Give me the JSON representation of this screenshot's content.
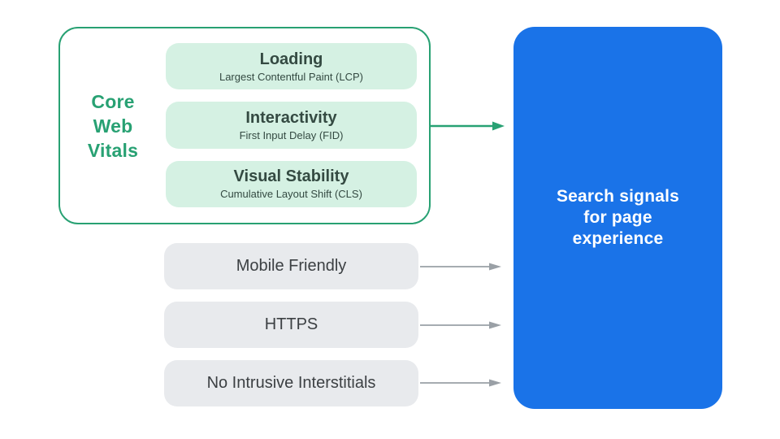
{
  "colors": {
    "accent_green": "#28a173",
    "mint": "#d5f1e3",
    "blue": "#1a73e8",
    "gray_box": "#e8eaed",
    "dark_text": "#3c4043",
    "mint_text": "#344a42",
    "arrow_gray": "#9aa0a6",
    "background": "#ffffff"
  },
  "core_web_vitals": {
    "label_lines": [
      "Core",
      "Web",
      "Vitals"
    ],
    "items": [
      {
        "title": "Loading",
        "subtitle": "Largest Contentful Paint (LCP)"
      },
      {
        "title": "Interactivity",
        "subtitle": "First Input Delay (FID)"
      },
      {
        "title": "Visual Stability",
        "subtitle": "Cumulative Layout Shift (CLS)"
      }
    ]
  },
  "other_signals": [
    {
      "label": "Mobile Friendly"
    },
    {
      "label": "HTTPS"
    },
    {
      "label": "No Intrusive Interstitials"
    }
  ],
  "result_box": {
    "lines": [
      "Search signals",
      "for page",
      "experience"
    ]
  }
}
